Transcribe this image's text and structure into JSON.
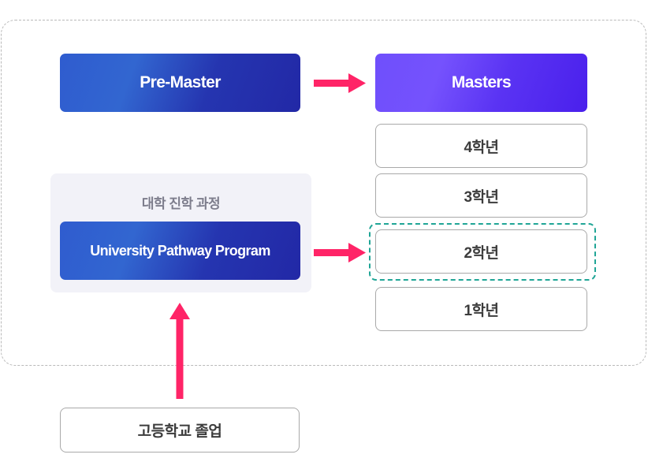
{
  "diagram": {
    "title": "Pathway to Masters",
    "nodes": {
      "pre_master": "Pre-Master",
      "masters": "Masters",
      "years": [
        {
          "label": "4학년"
        },
        {
          "label": "3학년"
        },
        {
          "label": "2학년",
          "highlighted": true
        },
        {
          "label": "1학년"
        }
      ],
      "pathway_group_label": "대학 진학 과정",
      "pathway_program": "University Pathway Program",
      "high_school": "고등학교 졸업"
    },
    "edges": [
      {
        "from": "고등학교 졸업",
        "to": "University Pathway Program"
      },
      {
        "from": "University Pathway Program",
        "to": "2학년"
      },
      {
        "from": "Pre-Master",
        "to": "Masters"
      }
    ],
    "colors": {
      "arrow": "#ff2467",
      "highlight_border": "#20a596",
      "pre_master_gradient": [
        "#3266d0",
        "#2228a6"
      ],
      "masters_gradient": [
        "#7552fd",
        "#4a20ec"
      ],
      "panel_bg": "#f2f2f8",
      "box_border": "#a9a9a9"
    }
  }
}
